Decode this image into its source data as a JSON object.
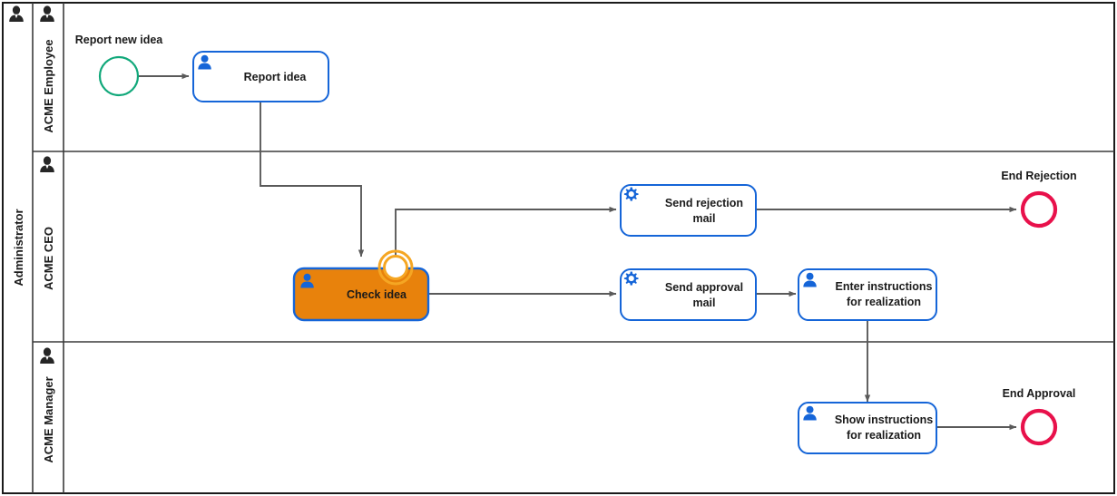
{
  "diagram": {
    "type": "bpmn-process-diagram",
    "pool": {
      "label": "Administrator"
    },
    "lanes": [
      {
        "id": "lane-employee",
        "label": "ACME Employee",
        "icon": "participant-icon"
      },
      {
        "id": "lane-ceo",
        "label": "ACME CEO",
        "icon": "participant-icon"
      },
      {
        "id": "lane-manager",
        "label": "ACME Manager",
        "icon": "participant-icon"
      }
    ],
    "events": [
      {
        "id": "start-report-new-idea",
        "label": "Report new idea",
        "kind": "start",
        "lane": "ACME Employee",
        "color": "#11a87a"
      },
      {
        "id": "boundary-check-idea",
        "label": "",
        "kind": "boundary-non-interrupting",
        "lane": "ACME CEO",
        "color": "#f5a623"
      },
      {
        "id": "end-rejection",
        "label": "End Rejection",
        "kind": "end",
        "lane": "ACME CEO",
        "color": "#e8114b"
      },
      {
        "id": "end-approval",
        "label": "End Approval",
        "kind": "end",
        "lane": "ACME Manager",
        "color": "#e8114b"
      }
    ],
    "tasks": [
      {
        "id": "task-report-idea",
        "label": "Report idea",
        "icon": "user-task-icon",
        "lane": "ACME Employee",
        "highlighted": false
      },
      {
        "id": "task-check-idea",
        "label": "Check idea",
        "icon": "user-task-icon",
        "lane": "ACME CEO",
        "highlighted": true
      },
      {
        "id": "task-send-rejection-mail",
        "label_line1": "Send rejection",
        "label_line2": "mail",
        "icon": "service-task-icon",
        "lane": "ACME CEO",
        "highlighted": false
      },
      {
        "id": "task-send-approval-mail",
        "label_line1": "Send approval",
        "label_line2": "mail",
        "icon": "service-task-icon",
        "lane": "ACME CEO",
        "highlighted": false
      },
      {
        "id": "task-enter-instructions",
        "label_line1": "Enter instructions",
        "label_line2": "for realization",
        "icon": "user-task-icon",
        "lane": "ACME CEO",
        "highlighted": false
      },
      {
        "id": "task-show-instructions",
        "label_line1": "Show instructions",
        "label_line2": "for realization",
        "icon": "user-task-icon",
        "lane": "ACME Manager",
        "highlighted": false
      }
    ],
    "flows": [
      {
        "from": "start-report-new-idea",
        "to": "task-report-idea"
      },
      {
        "from": "task-report-idea",
        "to": "task-check-idea"
      },
      {
        "from": "boundary-check-idea",
        "to": "task-send-rejection-mail"
      },
      {
        "from": "task-send-rejection-mail",
        "to": "end-rejection"
      },
      {
        "from": "task-check-idea",
        "to": "task-send-approval-mail"
      },
      {
        "from": "task-send-approval-mail",
        "to": "task-enter-instructions"
      },
      {
        "from": "task-enter-instructions",
        "to": "task-show-instructions"
      },
      {
        "from": "task-show-instructions",
        "to": "end-approval"
      }
    ],
    "colors": {
      "task_border": "#1565d8",
      "highlight_fill": "#e8820c",
      "start_event": "#11a87a",
      "end_event": "#e8114b",
      "boundary_event": "#f5a623",
      "flow_line": "#5a5a5a",
      "pool_border": "#1a1a1a"
    }
  }
}
